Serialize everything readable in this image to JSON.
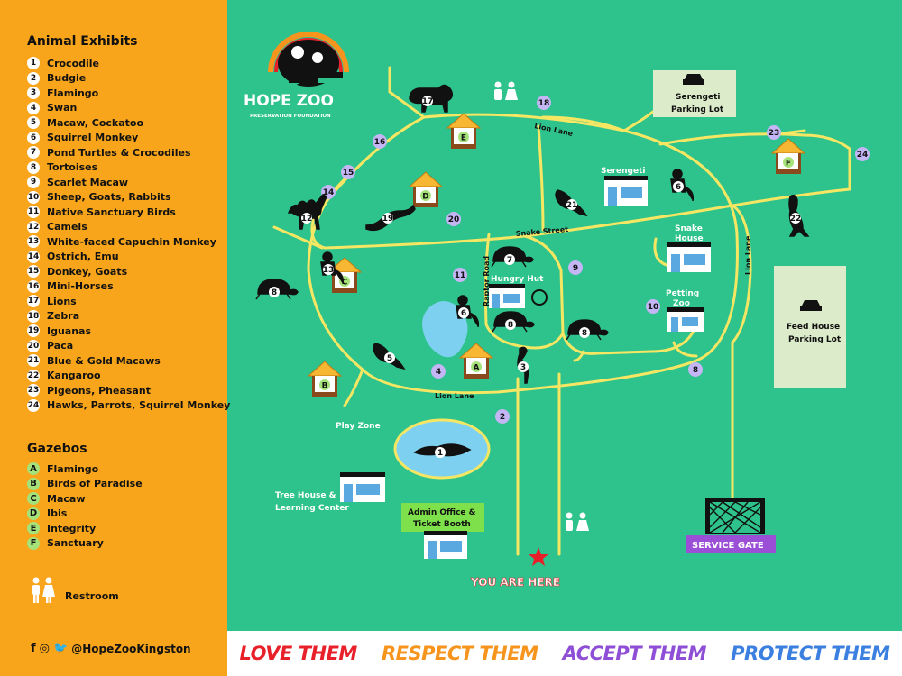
{
  "sidebar": {
    "animals_title": "Animal Exhibits",
    "animals": [
      {
        "num": "1",
        "name": "Crocodile"
      },
      {
        "num": "2",
        "name": "Budgie"
      },
      {
        "num": "3",
        "name": "Flamingo"
      },
      {
        "num": "4",
        "name": "Swan"
      },
      {
        "num": "5",
        "name": "Macaw, Cockatoo"
      },
      {
        "num": "6",
        "name": "Squirrel Monkey"
      },
      {
        "num": "7",
        "name": "Pond Turtles & Crocodiles"
      },
      {
        "num": "8",
        "name": "Tortoises"
      },
      {
        "num": "9",
        "name": "Scarlet Macaw"
      },
      {
        "num": "10",
        "name": "Sheep, Goats, Rabbits"
      },
      {
        "num": "11",
        "name": "Native Sanctuary Birds"
      },
      {
        "num": "12",
        "name": "Camels"
      },
      {
        "num": "13",
        "name": "White-faced Capuchin Monkey"
      },
      {
        "num": "14",
        "name": "Ostrich, Emu"
      },
      {
        "num": "15",
        "name": "Donkey, Goats"
      },
      {
        "num": "16",
        "name": "Mini-Horses"
      },
      {
        "num": "17",
        "name": "Lions"
      },
      {
        "num": "18",
        "name": "Zebra"
      },
      {
        "num": "19",
        "name": "Iguanas"
      },
      {
        "num": "20",
        "name": "Paca"
      },
      {
        "num": "21",
        "name": "Blue & Gold Macaws"
      },
      {
        "num": "22",
        "name": "Kangaroo"
      },
      {
        "num": "23",
        "name": "Pigeons, Pheasant"
      },
      {
        "num": "24",
        "name": "Hawks, Parrots, Squirrel Monkey"
      }
    ],
    "gazebos_title": "Gazebos",
    "gazebos": [
      {
        "letter": "A",
        "name": "Flamingo"
      },
      {
        "letter": "B",
        "name": "Birds of Paradise"
      },
      {
        "letter": "C",
        "name": "Macaw"
      },
      {
        "letter": "D",
        "name": "Ibis"
      },
      {
        "letter": "E",
        "name": "Integrity"
      },
      {
        "letter": "F",
        "name": "Sanctuary"
      }
    ],
    "restroom_label": "Restroom",
    "social_handle": "@HopeZooKingston"
  },
  "footer": [
    {
      "text": "LOVE THEM",
      "color": "#e8202a"
    },
    {
      "text": "RESPECT THEM",
      "color": "#f7941d"
    },
    {
      "text": "ACCEPT THEM",
      "color": "#8e4fd6"
    },
    {
      "text": "PROTECT THEM",
      "color": "#3b7fe0"
    }
  ],
  "map": {
    "logo_title": "HOPE ZOO",
    "logo_subtitle": "PRESERVATION FOUNDATION",
    "streets": {
      "lion_lane_top": "Lion Lane",
      "lion_lane_bottom": "Lion Lane",
      "snake_street": "Snake Street",
      "raptor_road": "Raptor Road"
    },
    "places": {
      "serengeti": "Serengeti",
      "snake_house_1": "Snake",
      "snake_house_2": "House",
      "hungry_hut": "Hungry Hut",
      "petting_zoo_1": "Petting",
      "petting_zoo_2": "Zoo",
      "play_zone": "Play Zone",
      "tree_house_1": "Tree House &",
      "tree_house_2": "Learning Center",
      "admin_1": "Admin Office &",
      "admin_2": "Ticket Booth",
      "service_gate": "SERVICE GATE",
      "you_are_here": "YOU ARE HERE",
      "serengeti_parking_1": "Serengeti",
      "serengeti_parking_2": "Parking Lot",
      "feed_house_1": "Feed House",
      "feed_house_2": "Parking Lot"
    },
    "numbers": [
      "1",
      "2",
      "3",
      "4",
      "5",
      "6",
      "7",
      "8",
      "9",
      "10",
      "11",
      "12",
      "13",
      "14",
      "15",
      "16",
      "17",
      "18",
      "19",
      "20",
      "21",
      "22",
      "23",
      "24"
    ],
    "gazebo_letters": [
      "A",
      "B",
      "C",
      "D",
      "E",
      "F"
    ],
    "colors": {
      "grass": "#2ec38c",
      "road": "#f5e663",
      "sidebar": "#f8a51c",
      "gazebo_badge": "#a6e27a",
      "admin": "#7ee04a",
      "service_gate": "#9b4fd6",
      "star": "#e8202a",
      "parking": "#dcebc9"
    }
  }
}
